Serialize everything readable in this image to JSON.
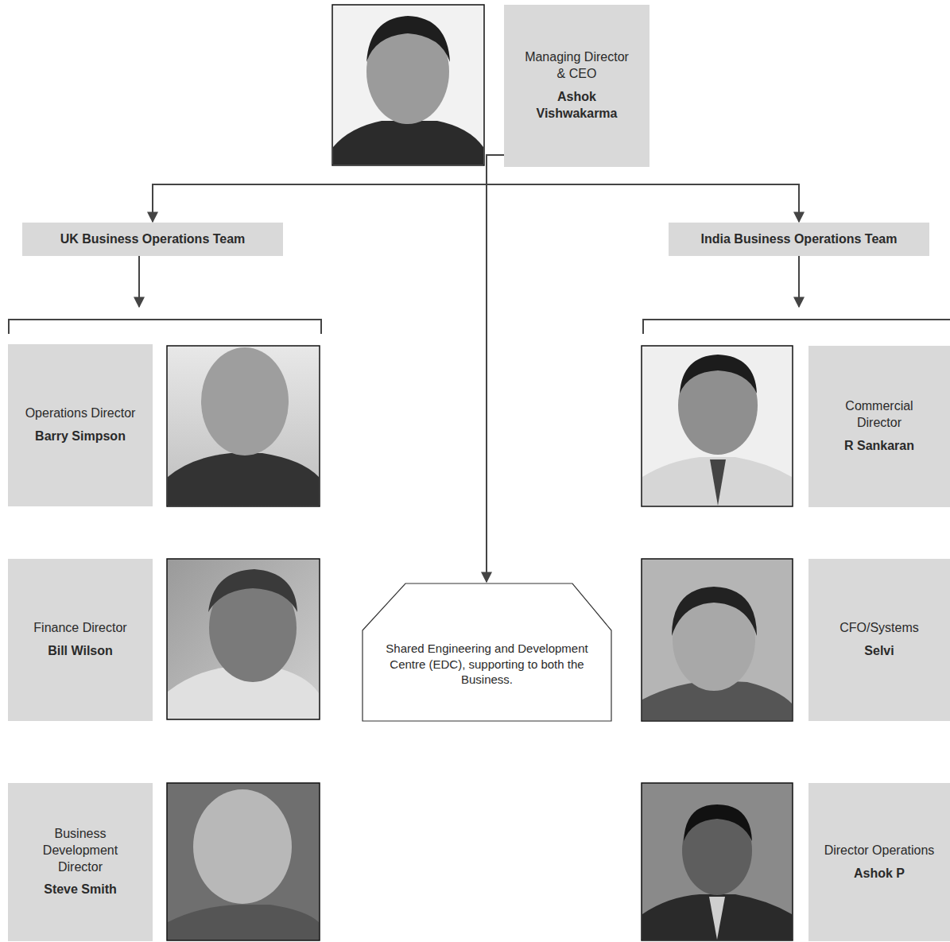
{
  "diagram": {
    "nodes": [
      {
        "text": [
          "Managing Director & CEO",
          "Ashok Vishwakarma"
        ]
      },
      {
        "text": [
          "UK Business Operations Team"
        ]
      },
      {
        "text": [
          "India Business Operations Team"
        ]
      },
      {
        "text": [
          "Operations Director",
          "Barry Simpson"
        ]
      },
      {
        "text": [
          "Commercial Director",
          "R Sankaran"
        ]
      },
      {
        "text": [
          "Finance Director",
          "Bill Wilson"
        ]
      },
      {
        "text": [
          "Shared Engineering and Development Centre (EDC), supporting to both the Business."
        ]
      },
      {
        "text": [
          "CFO/Systems",
          "Selvi"
        ]
      },
      {
        "text": [
          "Business Development Director",
          "Steve Smith"
        ]
      },
      {
        "text": [
          "Director Operations",
          "Ashok P"
        ]
      }
    ],
    "edges": [
      {
        "from": 0,
        "to": 1,
        "arrow": "to"
      },
      {
        "from": 0,
        "to": 2,
        "arrow": "to"
      },
      {
        "from": 0,
        "to": 6,
        "arrow": "to"
      }
    ]
  }
}
